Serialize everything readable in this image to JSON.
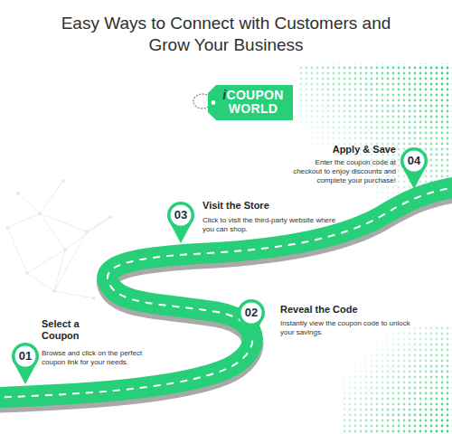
{
  "diagram": {
    "title": "Easy Ways to Connect with Customers and Grow Your Business",
    "nodes": [
      {
        "text": [
          "iCOUPON WORLD"
        ]
      },
      {
        "text": [
          "01",
          "Select a Coupon",
          "Browse and click on the perfect coupon link for your needs."
        ]
      },
      {
        "text": [
          "02",
          "Reveal the Code",
          "Instantly view the coupon code to unlock your savings."
        ]
      },
      {
        "text": [
          "03",
          "Visit the Store",
          "Click to visit the third-party website where you can shop."
        ]
      },
      {
        "text": [
          "04",
          "Apply & Save",
          "Enter the coupon code at checkout to enjoy discounts and complete your purchase!"
        ]
      }
    ]
  }
}
